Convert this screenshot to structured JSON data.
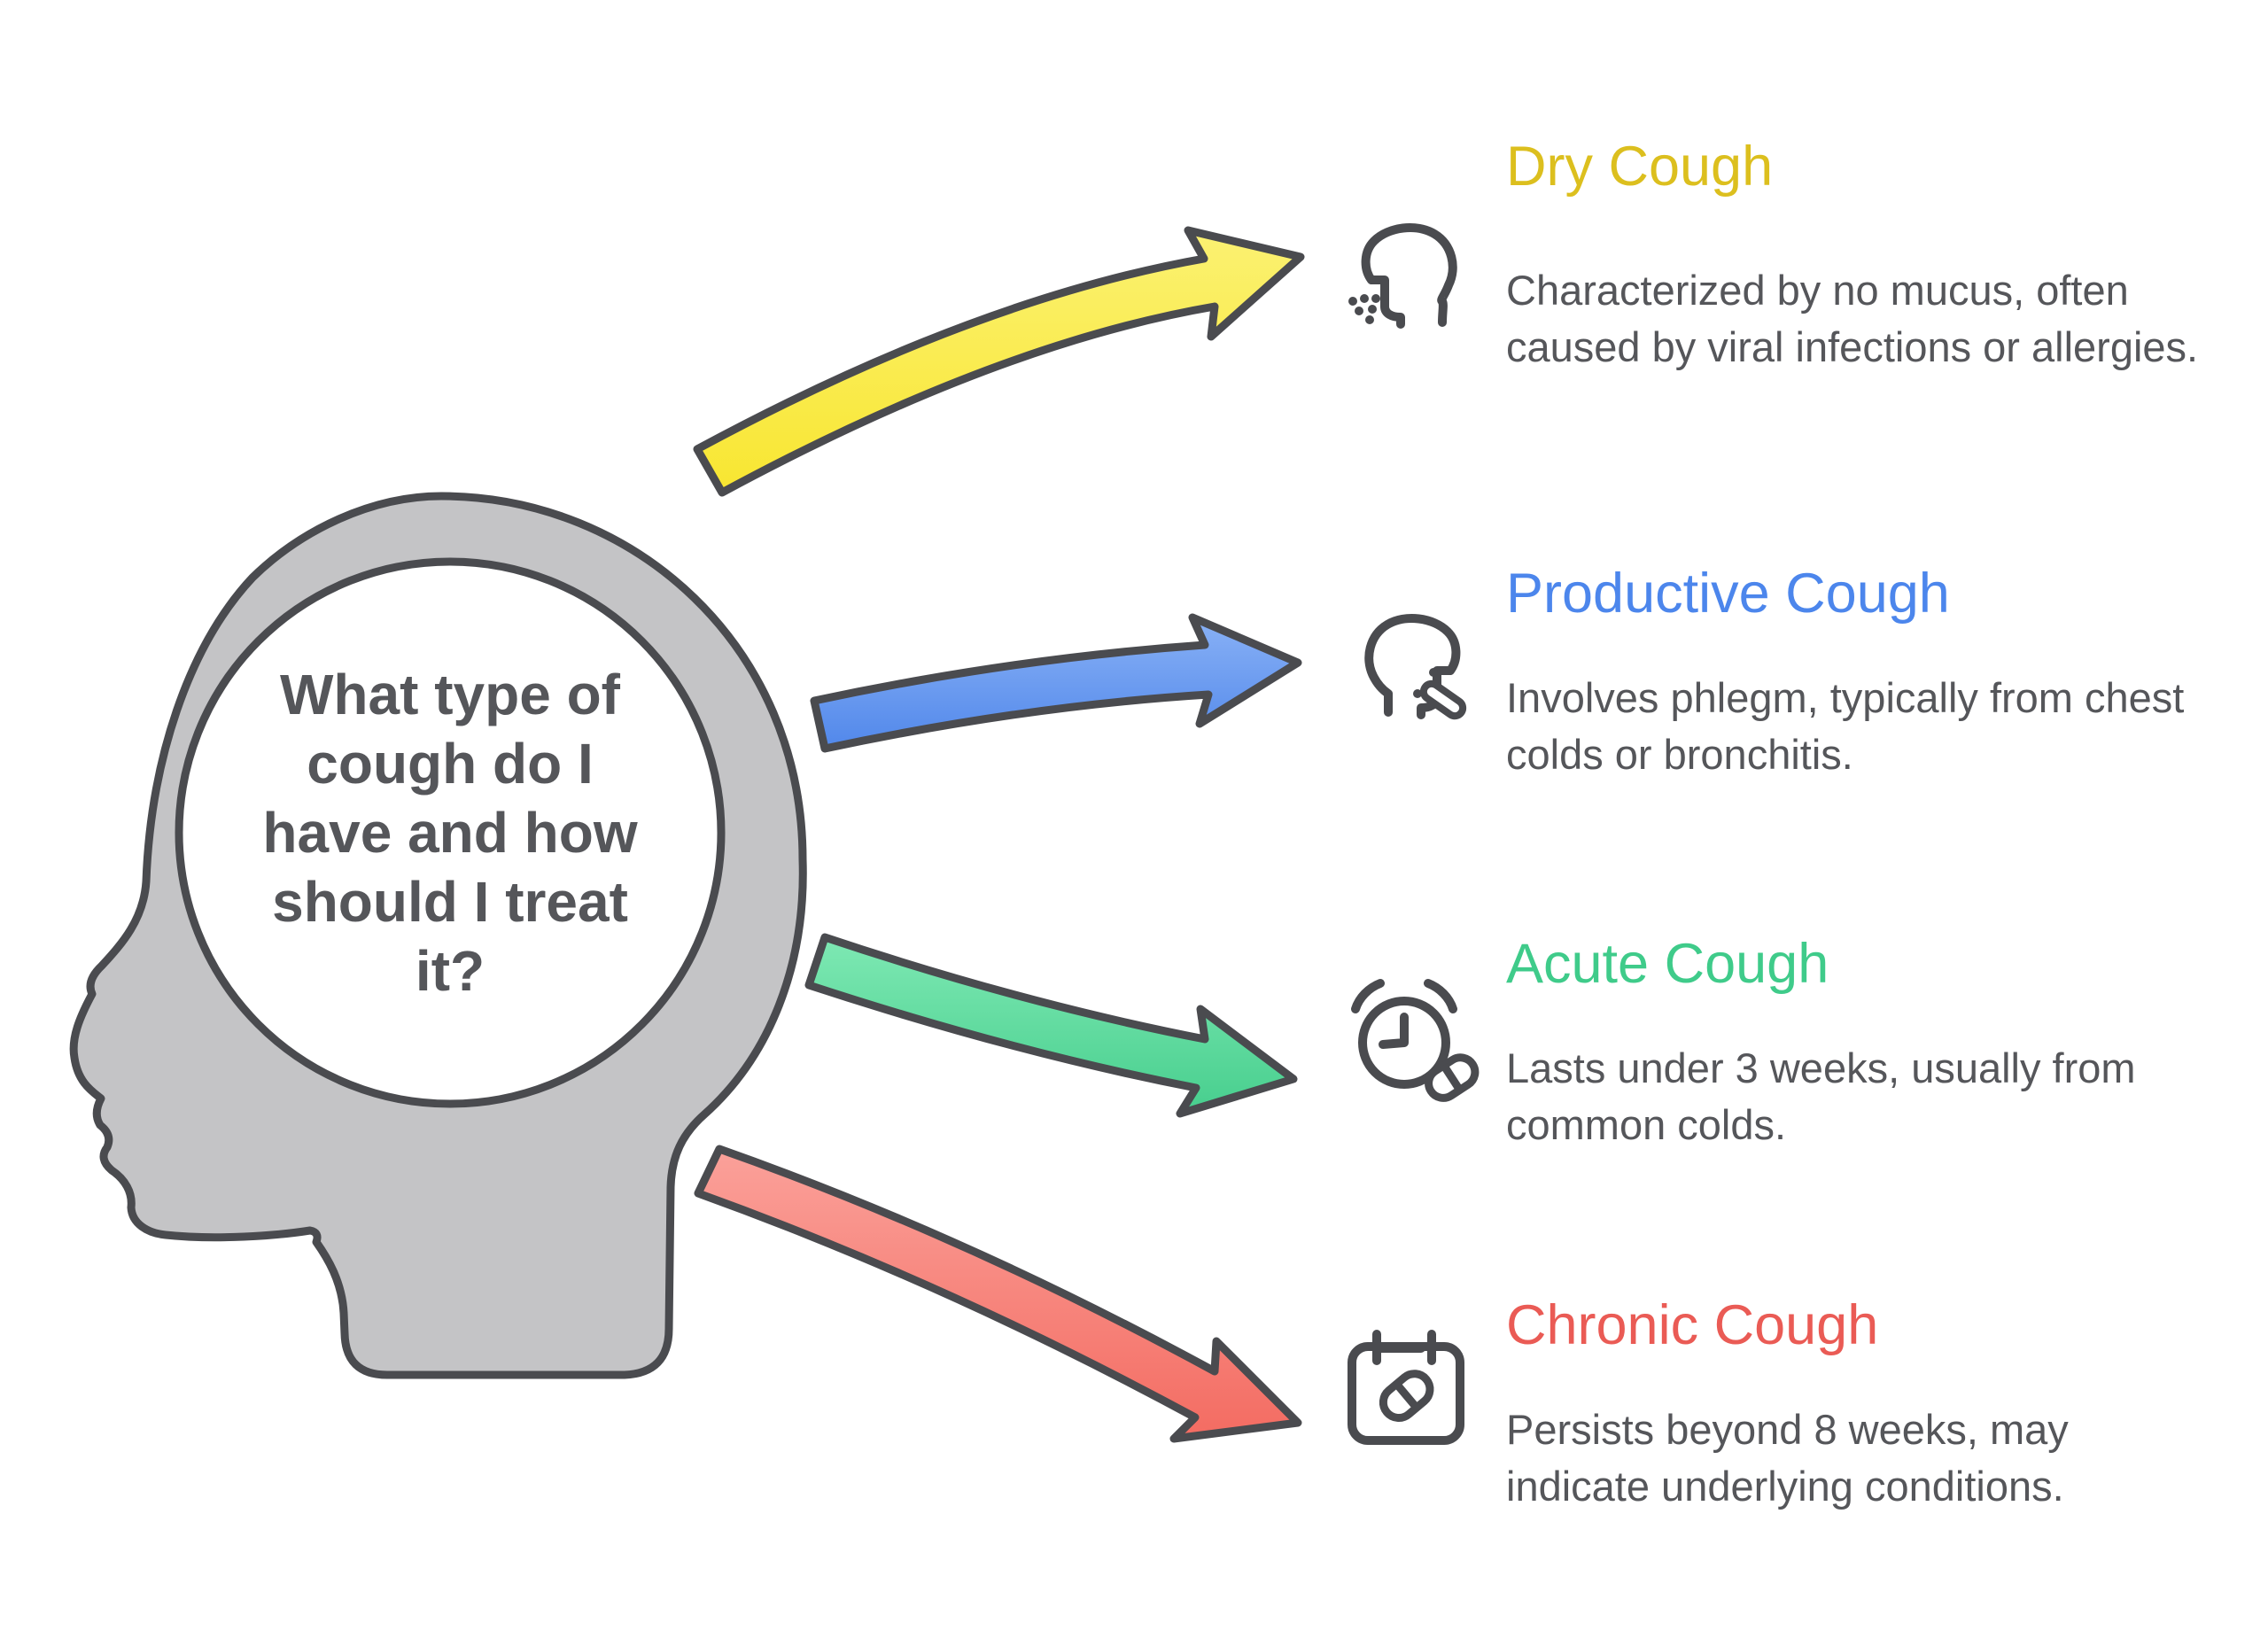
{
  "page": {
    "background": "#FFFFFF",
    "outline_color": "#4A4B4F",
    "text_color": "#55565A"
  },
  "head": {
    "question": "What type of cough do I have and how should I treat it?",
    "fill": "#C4C4C6",
    "thought_circle_fill": "#FFFFFF"
  },
  "branches": [
    {
      "id": "dry",
      "title": "Dry Cough",
      "title_color": "#DCBF1E",
      "arrow_light": "#FBF170",
      "arrow_dark": "#F8E52B",
      "icon": "coughing-head-particles-icon",
      "description": "Characterized by no mucus, often caused by viral infections or allergies."
    },
    {
      "id": "productive",
      "title": "Productive Cough",
      "title_color": "#4C86EC",
      "arrow_light": "#8AB2F6",
      "arrow_dark": "#4F86EA",
      "icon": "coughing-head-phlegm-icon",
      "description": "Involves phlegm, typically from chest colds or bronchitis."
    },
    {
      "id": "acute",
      "title": "Acute Cough",
      "title_color": "#3FCB8A",
      "arrow_light": "#7FE9B4",
      "arrow_dark": "#46CE8D",
      "icon": "alarm-clock-pill-icon",
      "description": "Lasts under 3 weeks, usually from common colds."
    },
    {
      "id": "chronic",
      "title": "Chronic Cough",
      "title_color": "#EA5B55",
      "arrow_light": "#FBA29B",
      "arrow_dark": "#F3695F",
      "icon": "calendar-pill-icon",
      "description": "Persists beyond 8 weeks, may indicate underlying conditions."
    }
  ]
}
